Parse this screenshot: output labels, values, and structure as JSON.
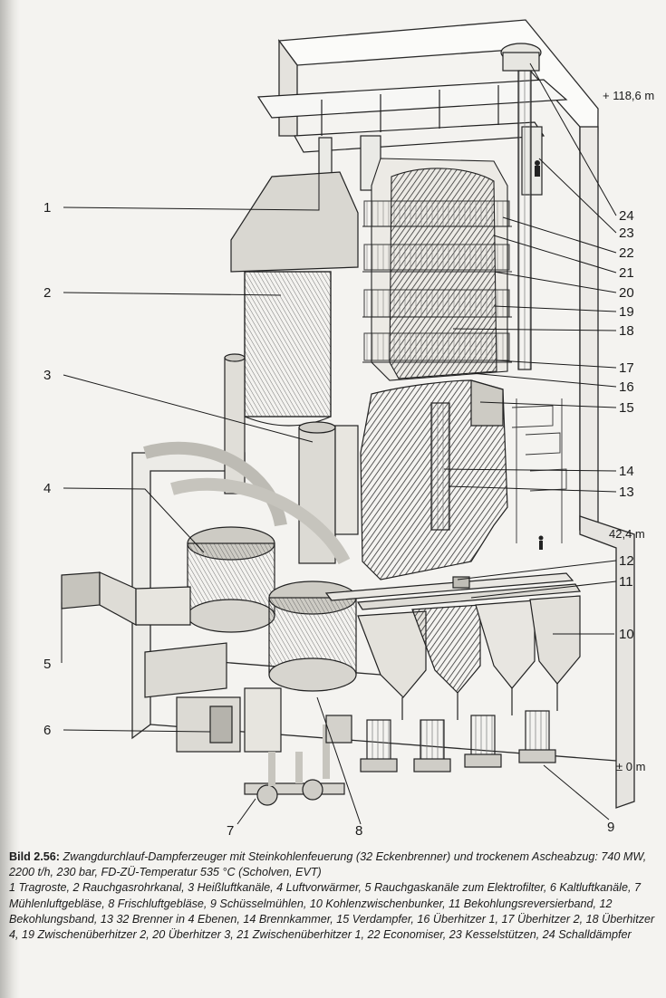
{
  "callouts": {
    "c1": "1",
    "c2": "2",
    "c3": "3",
    "c4": "4",
    "c5": "5",
    "c6": "6",
    "c7": "7",
    "c8": "8",
    "c9": "9",
    "c10": "10",
    "c11": "11",
    "c12": "12",
    "c13": "13",
    "c14": "14",
    "c15": "15",
    "c16": "16",
    "c17": "17",
    "c18": "18",
    "c19": "19",
    "c20": "20",
    "c21": "21",
    "c22": "22",
    "c23": "23",
    "c24": "24"
  },
  "levels": {
    "top": "+ 118,6 m",
    "mid": "42,4 m",
    "ground": "± 0 m"
  },
  "caption": {
    "title": "Bild 2.56:",
    "description": " Zwangdurchlauf-Dampferzeuger mit Steinkohlenfeuerung (32 Eckenbrenner) und trockenem Ascheabzug: 740 MW, 2200 t/h, 230 bar, FD-ZÜ-Temperatur 535 °C (Scholven, EVT)",
    "legend": "1 Tragroste, 2 Rauchgasrohrkanal, 3 Heißluftkanäle, 4 Luftvorwärmer, 5 Rauchgaskanäle zum Elektrofilter, 6 Kaltluftkanäle, 7 Mühlenluftgebläse, 8 Frischluftgebläse, 9 Schüsselmühlen, 10 Kohlenzwischenbunker, 11 Bekohlungsreversierband, 12 Bekohlungsband, 13 32 Brenner in 4 Ebenen, 14 Brennkammer, 15 Verdampfer, 16 Überhitzer 1, 17 Überhitzer 2, 18 Überhitzer 4, 19 Zwischenüberhitzer 2, 20 Überhitzer 3, 21 Zwischenüberhitzer 1, 22 Economiser, 23 Kesselstützen, 24 Schalldämpfer"
  }
}
